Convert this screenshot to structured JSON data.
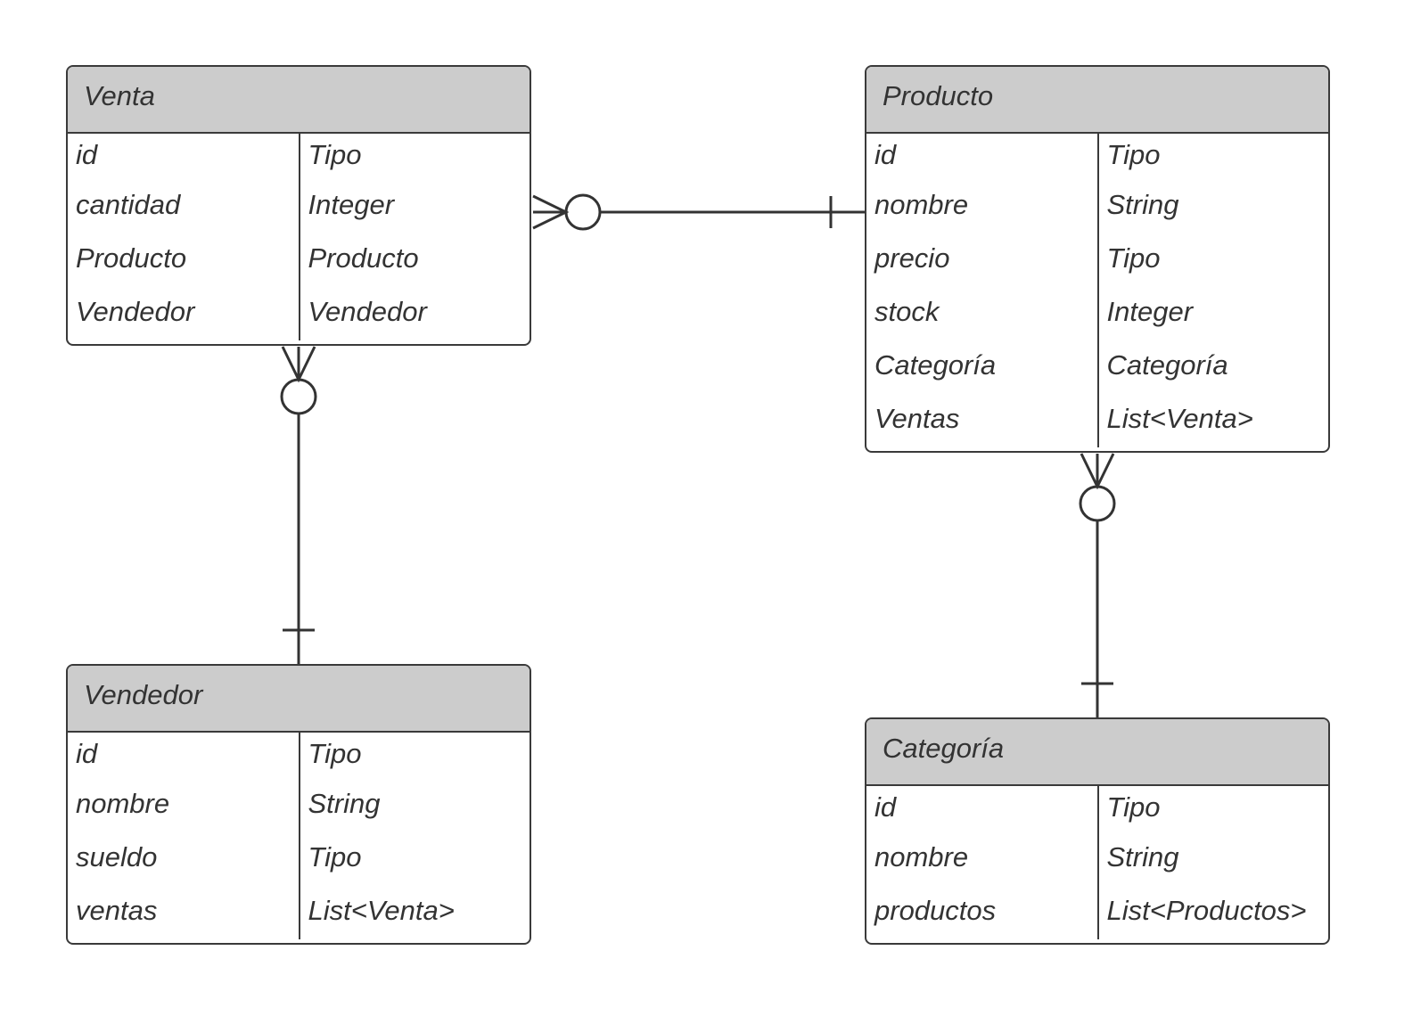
{
  "entities": {
    "venta": {
      "title": "Venta",
      "rows": [
        {
          "name": "id",
          "type": "Tipo"
        },
        {
          "name": "cantidad",
          "type": "Integer"
        },
        {
          "name": "Producto",
          "type": "Producto"
        },
        {
          "name": "Vendedor",
          "type": "Vendedor"
        }
      ]
    },
    "producto": {
      "title": "Producto",
      "rows": [
        {
          "name": "id",
          "type": "Tipo"
        },
        {
          "name": "nombre",
          "type": "String"
        },
        {
          "name": "precio",
          "type": "Tipo"
        },
        {
          "name": "stock",
          "type": "Integer"
        },
        {
          "name": "Categoría",
          "type": "Categoría"
        },
        {
          "name": "Ventas",
          "type": "List<Venta>"
        }
      ]
    },
    "vendedor": {
      "title": "Vendedor",
      "rows": [
        {
          "name": "id",
          "type": "Tipo"
        },
        {
          "name": "nombre",
          "type": "String"
        },
        {
          "name": "sueldo",
          "type": "Tipo"
        },
        {
          "name": "ventas",
          "type": "List<Venta>"
        }
      ]
    },
    "categoria": {
      "title": "Categoría",
      "rows": [
        {
          "name": "id",
          "type": "Tipo"
        },
        {
          "name": "nombre",
          "type": "String"
        },
        {
          "name": "productos",
          "type": "List<Productos>"
        }
      ]
    }
  },
  "relationships": [
    {
      "from": "Venta",
      "from_cardinality": "zero-or-many",
      "to": "Producto",
      "to_cardinality": "exactly-one"
    },
    {
      "from": "Venta",
      "from_cardinality": "zero-or-many",
      "to": "Vendedor",
      "to_cardinality": "exactly-one"
    },
    {
      "from": "Producto",
      "from_cardinality": "zero-or-many",
      "to": "Categoría",
      "to_cardinality": "exactly-one"
    }
  ],
  "colors": {
    "line": "#333333",
    "header_fill": "#cccccc",
    "text": "#333333"
  }
}
